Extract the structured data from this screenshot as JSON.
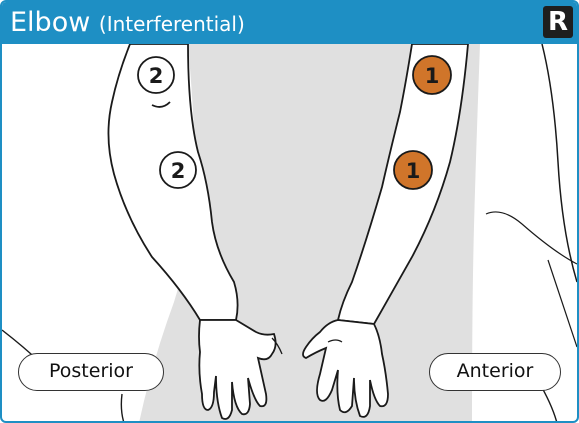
{
  "header": {
    "title": "Elbow",
    "subtitle": "(Interferential)",
    "side_badge": "R",
    "background_color": "#1e8fc4"
  },
  "views": {
    "posterior_label": "Posterior",
    "anterior_label": "Anterior"
  },
  "electrodes": {
    "channel_2": {
      "label": "2",
      "fill": "#ffffff",
      "count": 2
    },
    "channel_1": {
      "label": "1",
      "fill": "#d0752a",
      "count": 2
    }
  },
  "colors": {
    "background_panel": "#e0e0e0",
    "outline": "#1a1a1a"
  }
}
